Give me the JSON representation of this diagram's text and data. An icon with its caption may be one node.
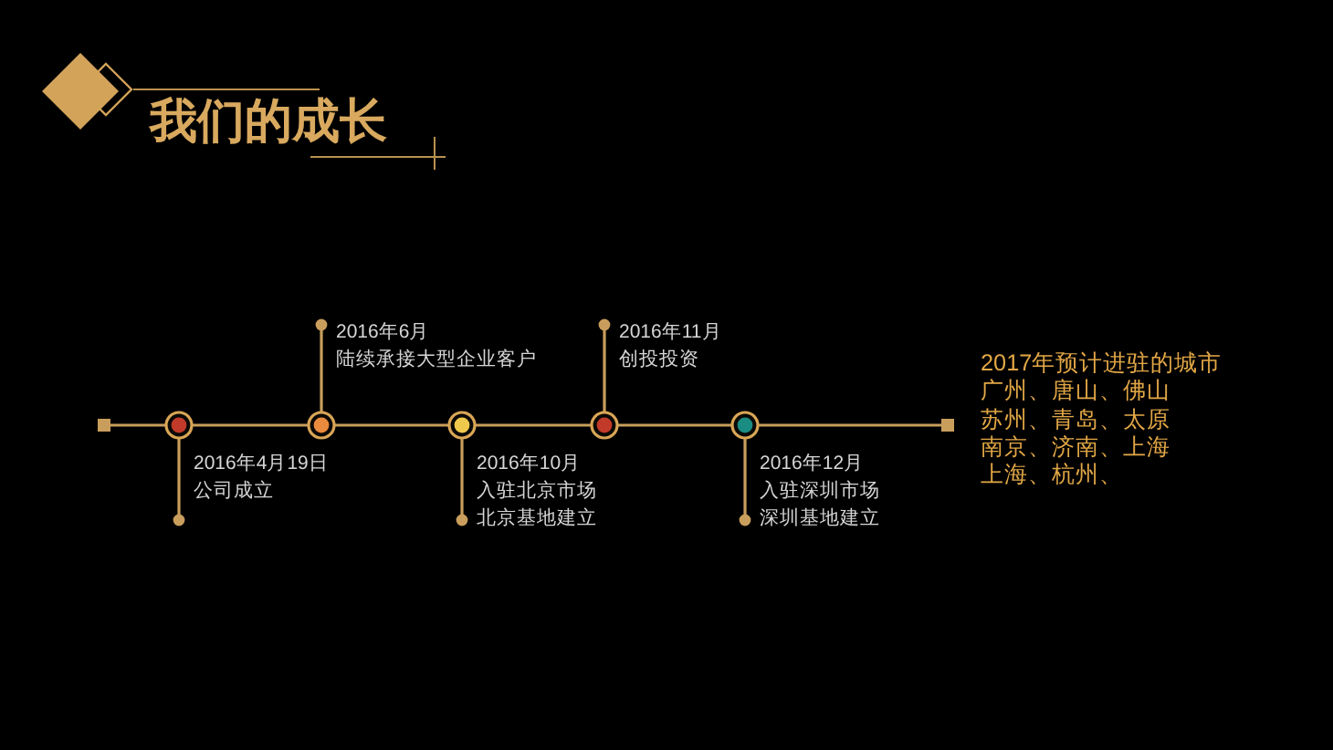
{
  "diagram": {
    "title": "我们的成长",
    "nodes": [
      {
        "text": [
          "2016年4月19日",
          "公司成立"
        ]
      },
      {
        "text": [
          "2016年6月",
          "陆续承接大型企业客户"
        ]
      },
      {
        "text": [
          "2016年10月",
          "入驻北京市场",
          "北京基地建立"
        ]
      },
      {
        "text": [
          "2016年11月",
          "创投投资"
        ]
      },
      {
        "text": [
          "2016年12月",
          "入驻深圳市场",
          "深圳基地建立"
        ]
      },
      {
        "text": [],
        "shape": "circle"
      },
      {
        "text": [],
        "shape": "circle"
      },
      {
        "text": [],
        "shape": "circle"
      },
      {
        "text": [],
        "shape": "circle"
      },
      {
        "text": [],
        "shape": "circle"
      },
      {
        "text": [
          "2017年预计进驻的城市",
          "广州、唐山、佛山",
          "苏州、青岛、太原",
          "南京、济南、上海",
          "上海、杭州、"
        ]
      }
    ],
    "edges": [
      {
        "from": 0,
        "to": 5,
        "arrow": "other"
      },
      {
        "from": 1,
        "to": 6,
        "arrow": "other"
      },
      {
        "from": 2,
        "to": 7,
        "arrow": "other"
      },
      {
        "from": 3,
        "to": 8,
        "arrow": "other"
      },
      {
        "from": 4,
        "to": 9,
        "arrow": "other"
      },
      {
        "from": null,
        "to": 5,
        "arrow": "other"
      },
      {
        "from": 5,
        "to": 6,
        "arrow": "none"
      },
      {
        "from": 6,
        "to": 7,
        "arrow": "none"
      },
      {
        "from": 7,
        "to": 8,
        "arrow": "none"
      },
      {
        "from": 8,
        "to": 9,
        "arrow": "none"
      },
      {
        "from": 9,
        "to": 10,
        "arrow": "other"
      }
    ]
  }
}
